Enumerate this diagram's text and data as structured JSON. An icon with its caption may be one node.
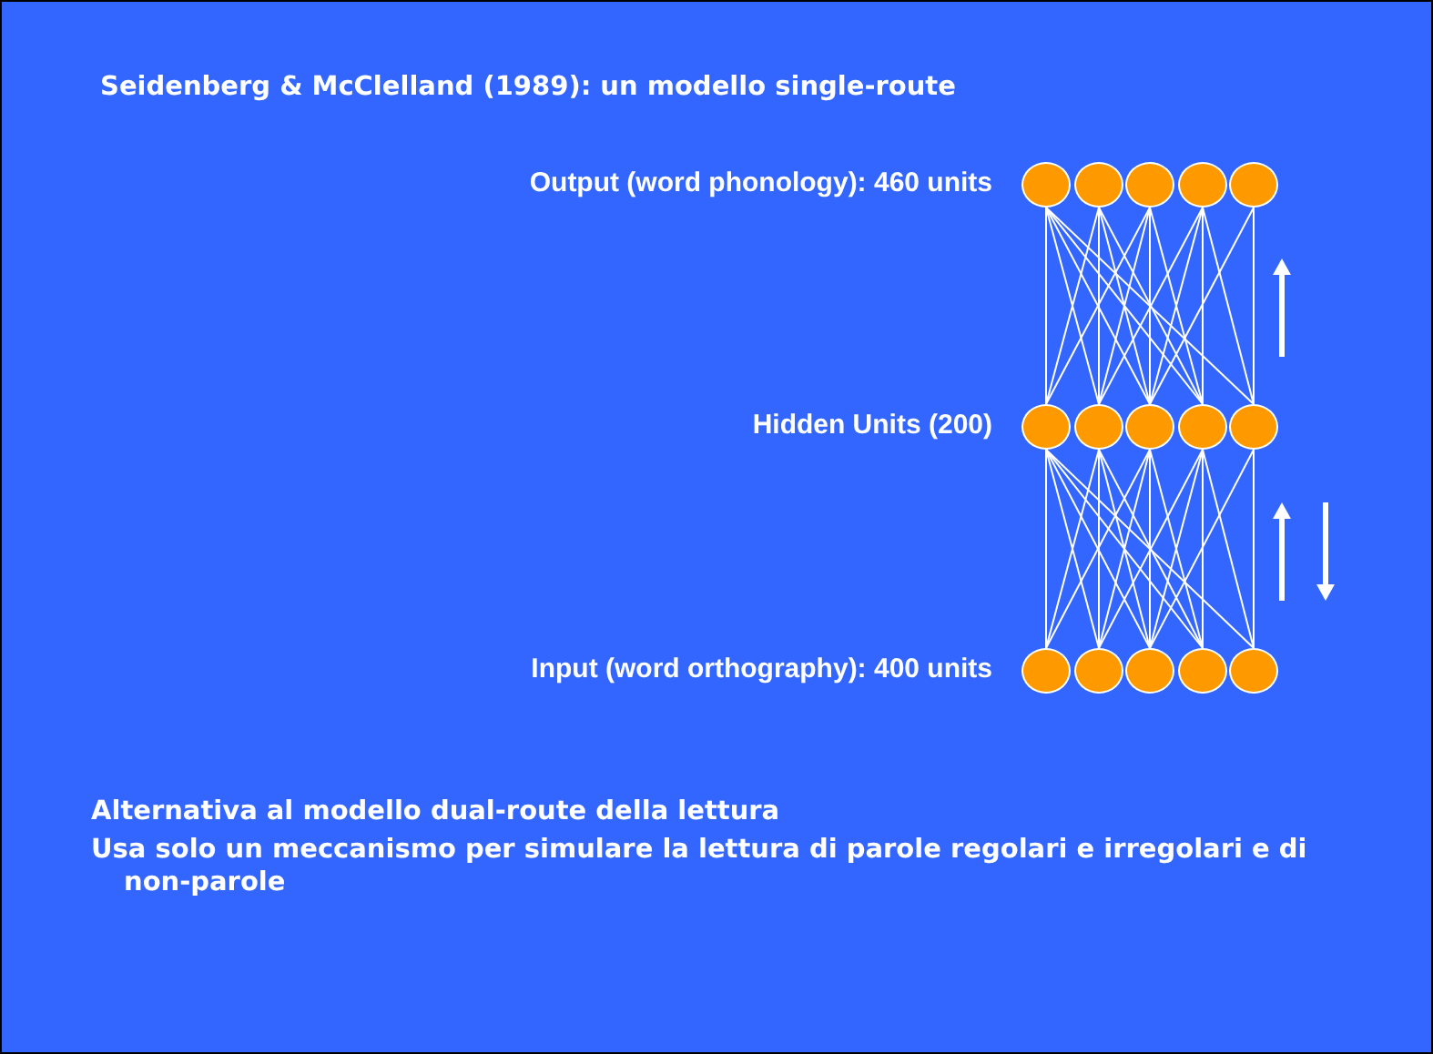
{
  "diagram": {
    "title": "Seidenberg & McClelland (1989): un modello single-route",
    "nodes": [
      {
        "text": [],
        "shape": "circle"
      },
      {
        "text": [],
        "shape": "circle"
      },
      {
        "text": [],
        "shape": "circle"
      },
      {
        "text": [],
        "shape": "circle"
      },
      {
        "text": [],
        "shape": "circle"
      },
      {
        "text": [],
        "shape": "circle"
      },
      {
        "text": [],
        "shape": "circle"
      },
      {
        "text": [],
        "shape": "circle"
      },
      {
        "text": [],
        "shape": "circle"
      },
      {
        "text": [],
        "shape": "circle"
      },
      {
        "text": [],
        "shape": "circle"
      },
      {
        "text": [],
        "shape": "circle"
      },
      {
        "text": [],
        "shape": "circle"
      },
      {
        "text": [],
        "shape": "circle"
      },
      {
        "text": [],
        "shape": "circle"
      }
    ],
    "edges": [
      {
        "from": 0,
        "to": 5,
        "arrow": "none"
      },
      {
        "from": 0,
        "to": 6,
        "arrow": "none"
      },
      {
        "from": 0,
        "to": 7,
        "arrow": "none"
      },
      {
        "from": 0,
        "to": 8,
        "arrow": "none"
      },
      {
        "from": 0,
        "to": 9,
        "arrow": "none"
      },
      {
        "from": 1,
        "to": 5,
        "arrow": "none"
      },
      {
        "from": 1,
        "to": 6,
        "arrow": "none"
      },
      {
        "from": 1,
        "to": 7,
        "arrow": "none"
      },
      {
        "from": 1,
        "to": 8,
        "arrow": "none"
      },
      {
        "from": 2,
        "to": 5,
        "arrow": "none"
      },
      {
        "from": 2,
        "to": 6,
        "arrow": "none"
      },
      {
        "from": 2,
        "to": 7,
        "arrow": "none"
      },
      {
        "from": 2,
        "to": 8,
        "arrow": "none"
      },
      {
        "from": 3,
        "to": 6,
        "arrow": "none"
      },
      {
        "from": 3,
        "to": 7,
        "arrow": "none"
      },
      {
        "from": 3,
        "to": 8,
        "arrow": "none"
      },
      {
        "from": 3,
        "to": 9,
        "arrow": "none"
      },
      {
        "from": 4,
        "to": 7,
        "arrow": "none"
      },
      {
        "from": 4,
        "to": 9,
        "arrow": "none"
      },
      {
        "from": 5,
        "to": 10,
        "arrow": "none"
      },
      {
        "from": 5,
        "to": 11,
        "arrow": "none"
      },
      {
        "from": 5,
        "to": 12,
        "arrow": "none"
      },
      {
        "from": 5,
        "to": 13,
        "arrow": "none"
      },
      {
        "from": 5,
        "to": 14,
        "arrow": "none"
      },
      {
        "from": 6,
        "to": 10,
        "arrow": "none"
      },
      {
        "from": 6,
        "to": 11,
        "arrow": "none"
      },
      {
        "from": 6,
        "to": 12,
        "arrow": "none"
      },
      {
        "from": 6,
        "to": 13,
        "arrow": "none"
      },
      {
        "from": 7,
        "to": 10,
        "arrow": "none"
      },
      {
        "from": 7,
        "to": 11,
        "arrow": "none"
      },
      {
        "from": 7,
        "to": 12,
        "arrow": "none"
      },
      {
        "from": 7,
        "to": 13,
        "arrow": "none"
      },
      {
        "from": 8,
        "to": 11,
        "arrow": "none"
      },
      {
        "from": 8,
        "to": 12,
        "arrow": "none"
      },
      {
        "from": 8,
        "to": 13,
        "arrow": "none"
      },
      {
        "from": 8,
        "to": 14,
        "arrow": "none"
      },
      {
        "from": 9,
        "to": 12,
        "arrow": "none"
      },
      {
        "from": 9,
        "to": 14,
        "arrow": "none"
      }
    ],
    "labels": [
      "Output (word phonology): 460 units",
      "Hidden Units (200)",
      "Input (word orthography): 400 units",
      "Alternativa al modello dual-route della lettura",
      "Usa solo un meccanismo per simulare la lettura di parole regolari e irregolari e di non-parole"
    ]
  }
}
